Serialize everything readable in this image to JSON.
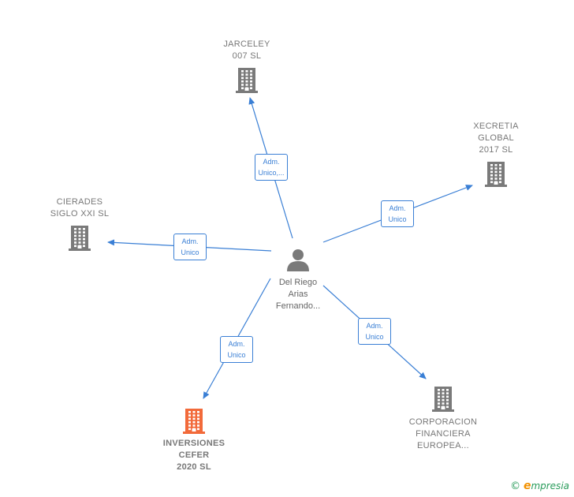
{
  "colors": {
    "edge": "#3a7fd5",
    "company": "#7a7a7a",
    "focus": "#f26a3a",
    "person": "#7a7a7a"
  },
  "person": {
    "icon": "person-icon",
    "label_lines": [
      "Del Riego",
      "Arias",
      "Fernando..."
    ]
  },
  "companies": [
    {
      "id": "jarceley",
      "label_lines": [
        "JARCELEY",
        "007  SL"
      ],
      "icon": "building-icon",
      "focus": false
    },
    {
      "id": "xecretia",
      "label_lines": [
        "XECRETIA",
        "GLOBAL",
        "2017  SL"
      ],
      "icon": "building-icon",
      "focus": false
    },
    {
      "id": "cierades",
      "label_lines": [
        "CIERADES",
        "SIGLO XXI  SL"
      ],
      "icon": "building-icon",
      "focus": false
    },
    {
      "id": "inversiones",
      "label_lines": [
        "INVERSIONES",
        "CEFER",
        "2020  SL"
      ],
      "icon": "building-icon",
      "focus": true
    },
    {
      "id": "corporacion",
      "label_lines": [
        "CORPORACION",
        "FINANCIERA",
        "EUROPEA..."
      ],
      "icon": "building-icon",
      "focus": false
    }
  ],
  "relations": [
    {
      "to": "jarceley",
      "label_lines": [
        "Adm.",
        "Unico,..."
      ]
    },
    {
      "to": "xecretia",
      "label_lines": [
        "Adm.",
        "Unico"
      ]
    },
    {
      "to": "cierades",
      "label_lines": [
        "Adm.",
        "Unico"
      ]
    },
    {
      "to": "inversiones",
      "label_lines": [
        "Adm.",
        "Unico"
      ]
    },
    {
      "to": "corporacion",
      "label_lines": [
        "Adm.",
        "Unico"
      ]
    }
  ],
  "footer": {
    "copyright": "©",
    "brand_initial": "e",
    "brand_rest": "mpresia"
  }
}
